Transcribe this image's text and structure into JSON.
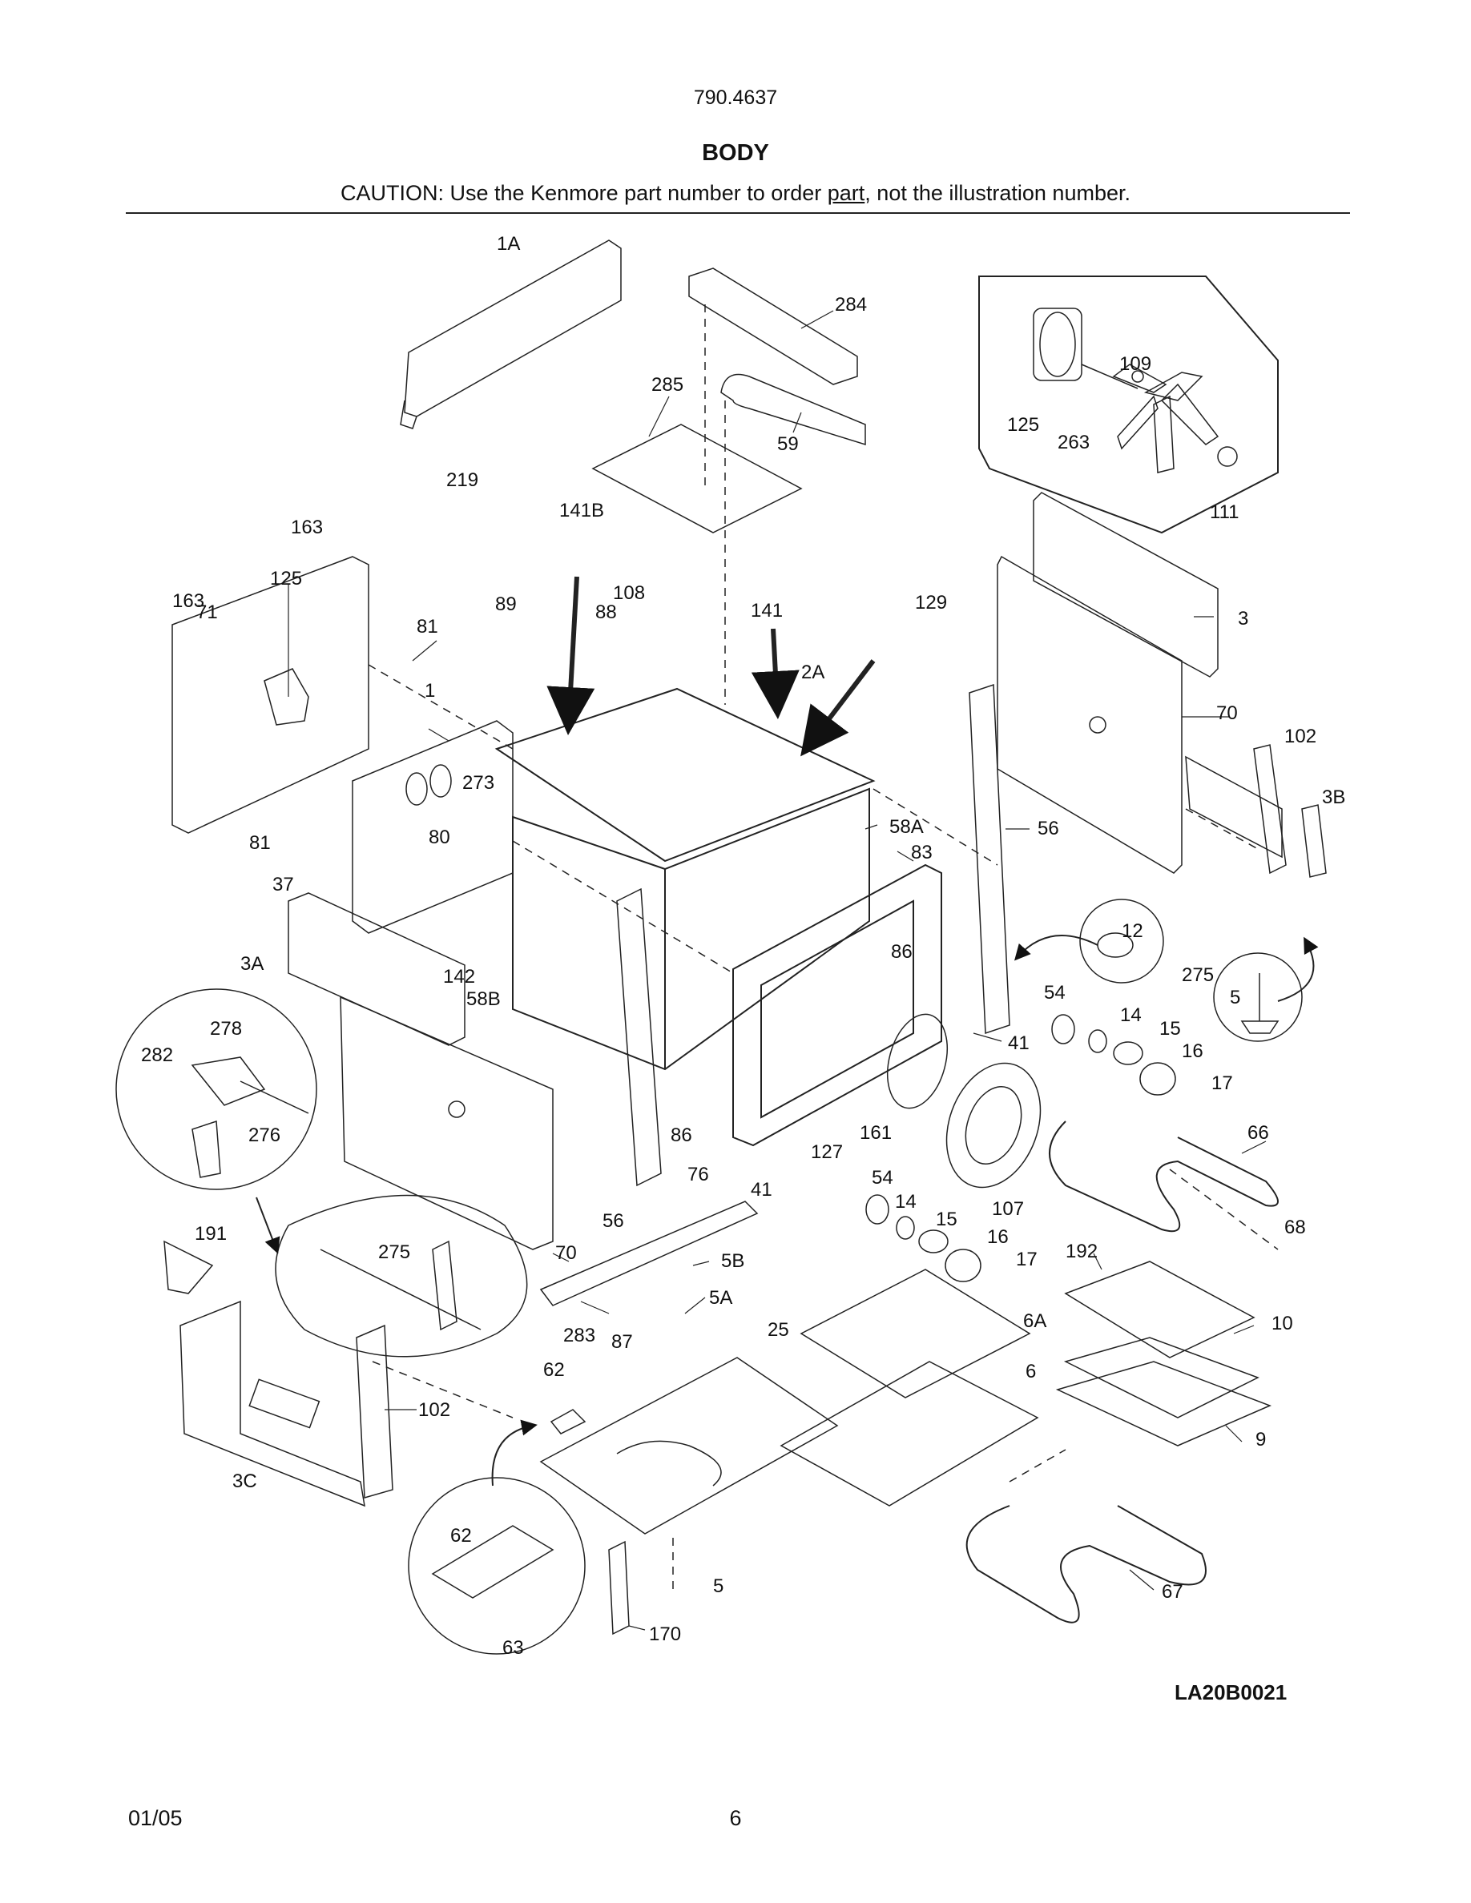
{
  "header": {
    "model": "790.4637",
    "title": "BODY",
    "caution_pre": "CAUTION: Use the Kenmore part number to order ",
    "caution_link": "part",
    "caution_post": ", not the illustration number."
  },
  "callouts": [
    "1A",
    "284",
    "285",
    "59",
    "109",
    "125",
    "263",
    "111",
    "219",
    "141B",
    "163",
    "163",
    "125",
    "71",
    "89",
    "108",
    "88",
    "141",
    "129",
    "81",
    "2A",
    "3",
    "70",
    "1",
    "102",
    "3B",
    "273",
    "58A",
    "56",
    "80",
    "81",
    "83",
    "37",
    "12",
    "86",
    "275",
    "3A",
    "142",
    "58B",
    "54",
    "5",
    "14",
    "15",
    "278",
    "41",
    "16",
    "282",
    "17",
    "66",
    "86",
    "161",
    "276",
    "127",
    "76",
    "41",
    "54",
    "107",
    "14",
    "15",
    "191",
    "16",
    "56",
    "5B",
    "70",
    "275",
    "68",
    "192",
    "17",
    "5A",
    "283",
    "6A",
    "25",
    "10",
    "87",
    "6",
    "62",
    "102",
    "9",
    "3C",
    "62",
    "5",
    "67",
    "63",
    "170"
  ],
  "footer": {
    "drawing_code": "LA20B0021",
    "date": "01/05",
    "page": "6"
  }
}
